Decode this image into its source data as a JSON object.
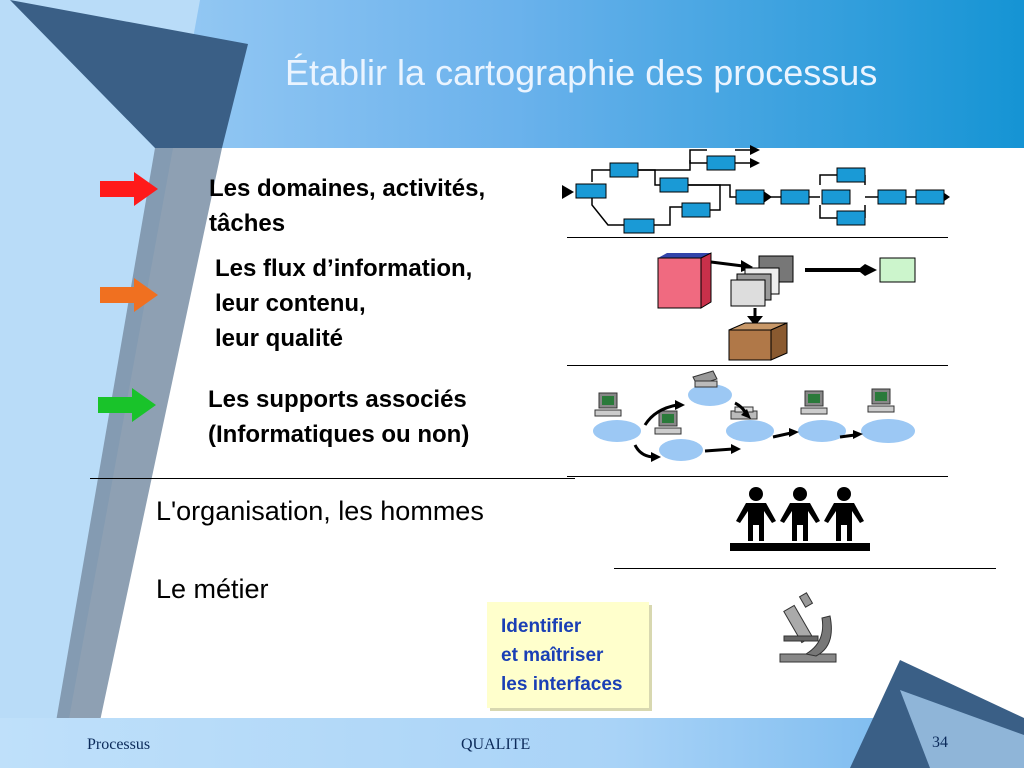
{
  "slide": {
    "title": "Établir la cartographie des processus",
    "items": [
      {
        "text": "Les domaines, activités,\ntâches",
        "arrow_color": "#ff1a1a"
      },
      {
        "text": "Les flux d’information,\nleur contenu,\nleur qualité",
        "arrow_color": "#f07020"
      },
      {
        "text": "Les supports associés\n(Informatiques ou non)",
        "arrow_color": "#19c32a"
      }
    ],
    "organisation": "L'organisation, les hommes",
    "metier": "Le métier",
    "callout": "Identifier\net maîtriser\nles interfaces"
  },
  "footer": {
    "left": "Processus",
    "center": "QUALITE",
    "page": "34"
  },
  "colors": {
    "title_band": "#5aa8e6",
    "process_box": "#1a9ad6",
    "callout_bg": "#ffffcc",
    "callout_text": "#1a3fb5"
  }
}
